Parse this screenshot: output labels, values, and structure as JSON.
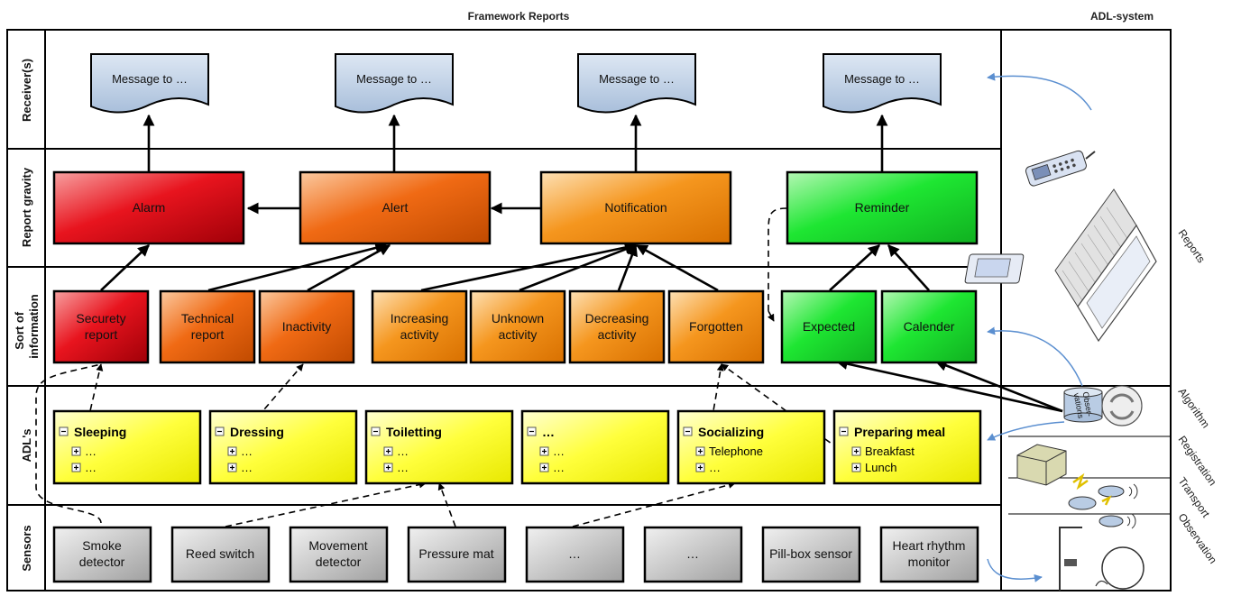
{
  "headers": {
    "framework": "Framework Reports",
    "adl": "ADL-system"
  },
  "lanes": [
    "Receiver(s)",
    "Report gravity",
    "Sort of information",
    "ADL's",
    "Sensors"
  ],
  "messages": [
    "Message to …",
    "Message to …",
    "Message to …",
    "Message to …"
  ],
  "gravity": [
    "Alarm",
    "Alert",
    "Notification",
    "Reminder"
  ],
  "sorts": [
    [
      "Securety",
      "report"
    ],
    [
      "Technical",
      "report"
    ],
    [
      "Inactivity"
    ],
    [
      "Increasing",
      "activity"
    ],
    [
      "Unknown",
      "activity"
    ],
    [
      "Decreasing",
      "activity"
    ],
    [
      "Forgotten"
    ],
    [
      "Expected"
    ],
    [
      "Calender"
    ]
  ],
  "adls": [
    {
      "title": "Sleeping",
      "items": [
        "…",
        "…"
      ]
    },
    {
      "title": "Dressing",
      "items": [
        "…",
        "…"
      ]
    },
    {
      "title": "Toiletting",
      "items": [
        "…",
        "…"
      ]
    },
    {
      "title": "…",
      "items": [
        "…",
        "…"
      ]
    },
    {
      "title": "Socializing",
      "items": [
        "Telephone",
        "…"
      ]
    },
    {
      "title": "Preparing meal",
      "items": [
        "Breakfast",
        "Lunch"
      ]
    }
  ],
  "sensors": [
    [
      "Smoke",
      "detector"
    ],
    [
      "Reed switch"
    ],
    [
      "Movement",
      "detector"
    ],
    [
      "Pressure mat"
    ],
    [
      "…"
    ],
    [
      "…"
    ],
    [
      "Pill-box sensor"
    ],
    [
      "Heart rhythm",
      "monitor"
    ]
  ],
  "side": {
    "reports": "Reports",
    "algorithm": "Algorithm",
    "registration": "Registration",
    "transport": "Transport",
    "observation": "Observation",
    "observations_label": [
      "Obser-",
      "vations"
    ]
  },
  "colors": {
    "red": "#e8141e",
    "orange_dark": "#f06a14",
    "orange": "#f5961e",
    "green": "#1ee632",
    "yellow": "#ffff28",
    "gray": "#c8c8c8",
    "message": "#b9cce4"
  }
}
